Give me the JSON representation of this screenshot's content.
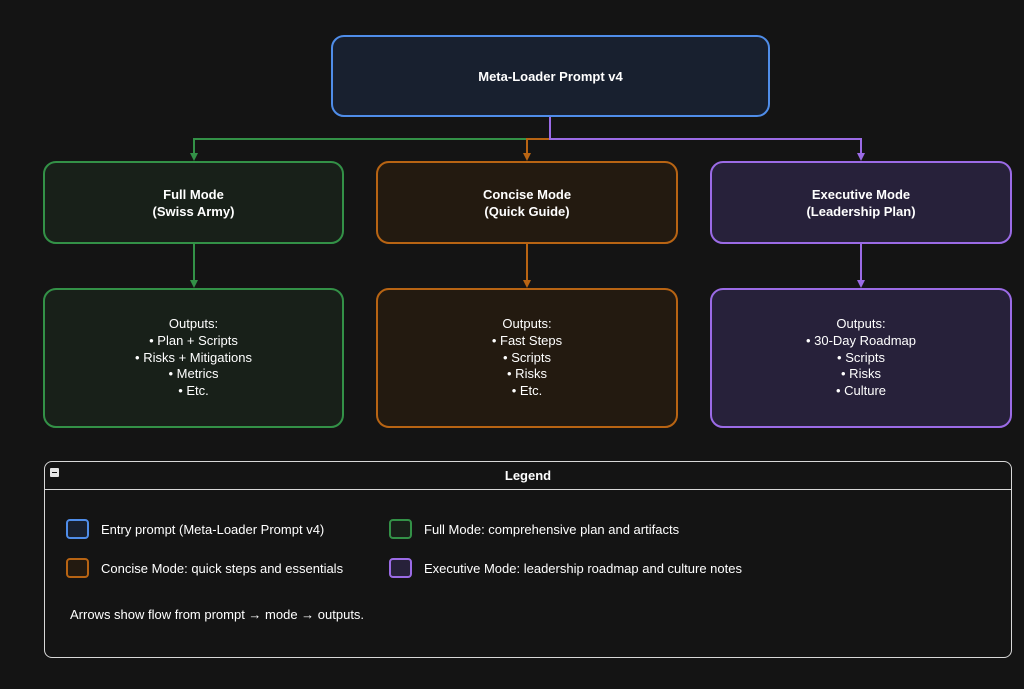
{
  "colors": {
    "entry": "#4f8de9",
    "full": "#339147",
    "concise": "#b86413",
    "executive": "#9b6be6"
  },
  "root": {
    "title": "Meta-Loader Prompt v4"
  },
  "modes": {
    "full": {
      "title": "Full Mode",
      "subtitle": "(Swiss Army)"
    },
    "concise": {
      "title": "Concise Mode",
      "subtitle": "(Quick Guide)"
    },
    "executive": {
      "title": "Executive Mode",
      "subtitle": "(Leadership Plan)"
    }
  },
  "outputs": {
    "full": [
      "Outputs:",
      "• Plan + Scripts",
      "• Risks + Mitigations",
      "• Metrics",
      "• Etc."
    ],
    "concise": [
      "Outputs:",
      "• Fast Steps",
      "• Scripts",
      "• Risks",
      "• Etc."
    ],
    "executive": [
      "Outputs:",
      "• 30-Day Roadmap",
      "• Scripts",
      "• Risks",
      "• Culture"
    ]
  },
  "legend": {
    "title": "Legend",
    "items": {
      "entry": "Entry prompt (Meta-Loader Prompt v4)",
      "full": "Full Mode: comprehensive plan and artifacts",
      "concise": "Concise Mode: quick steps and essentials",
      "executive": "Executive Mode: leadership roadmap and culture notes"
    },
    "note": "Arrows show flow from prompt → mode → outputs."
  }
}
